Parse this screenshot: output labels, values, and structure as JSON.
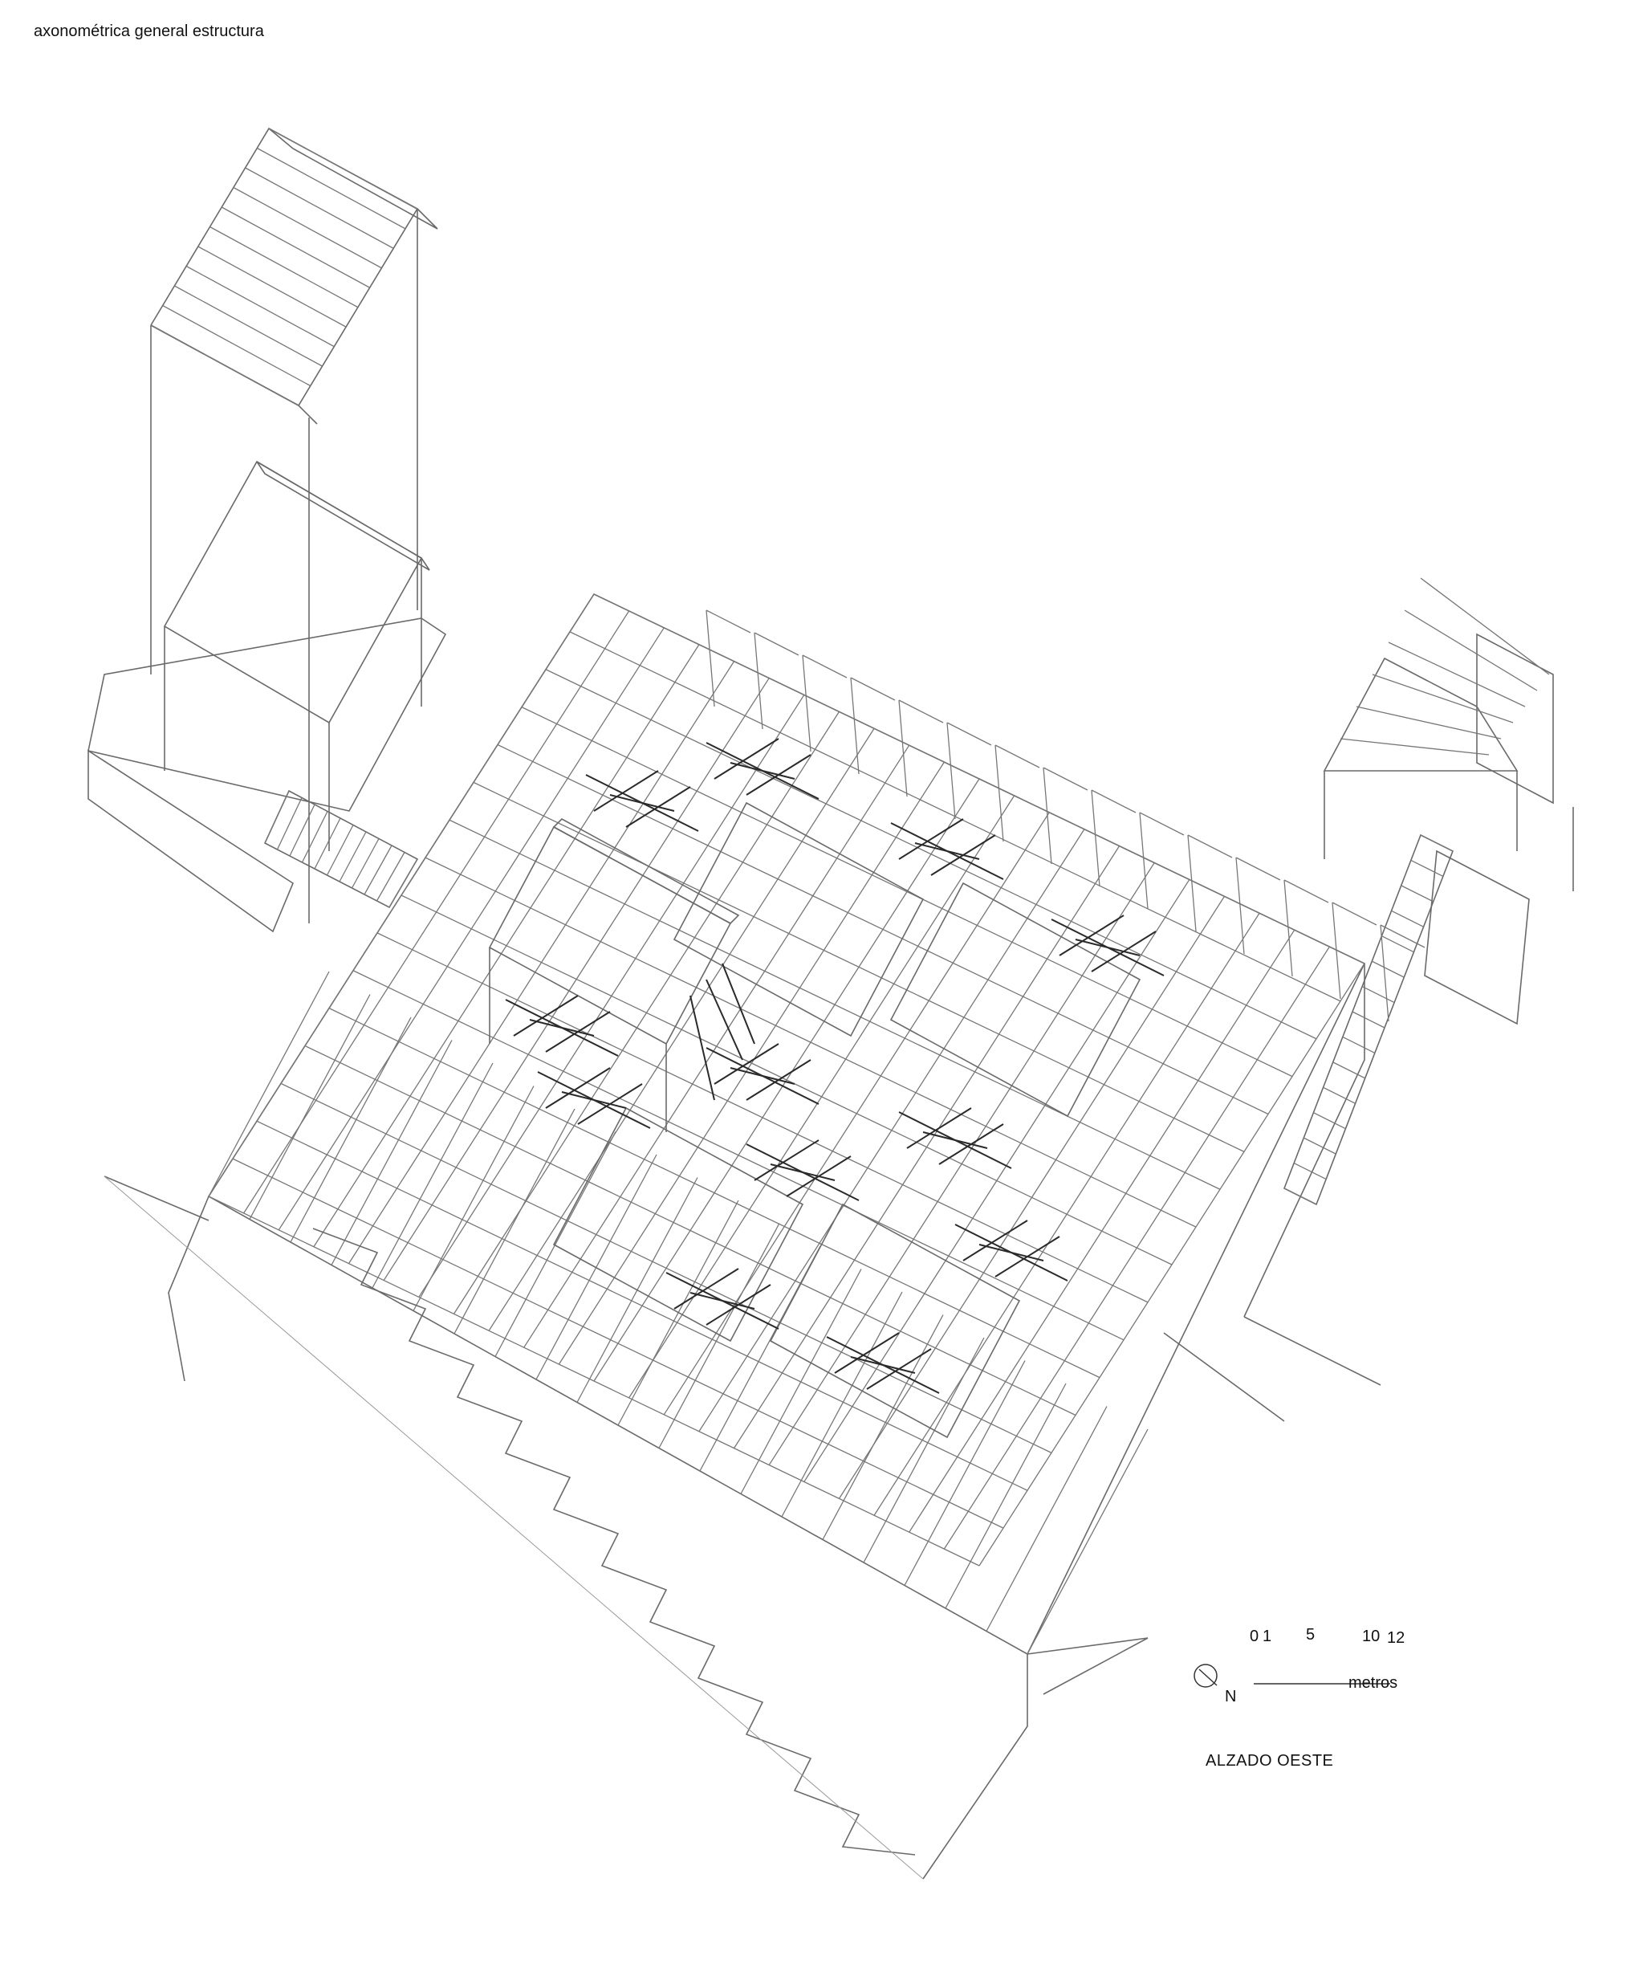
{
  "title": "axonométrica general estructura",
  "scale_bar": {
    "ticks": [
      "0",
      "1",
      "5",
      "10",
      "12"
    ],
    "unit": "metros"
  },
  "north_label": "N",
  "caption": "ALZADO OESTE",
  "colors": {
    "line": "#6a6a6a",
    "dark_line": "#2a2a2a",
    "background": "#ffffff"
  }
}
